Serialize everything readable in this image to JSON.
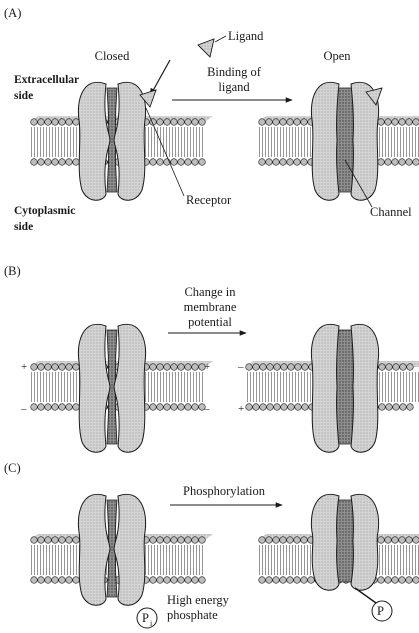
{
  "panels": {
    "a": {
      "label": "(A)",
      "closed": "Closed",
      "open": "Open",
      "ligand": "Ligand",
      "arrow_line1": "Binding of",
      "arrow_line2": "ligand",
      "extracellular_line1": "Extracellular",
      "extracellular_line2": "side",
      "cytoplasmic_line1": "Cytoplasmic",
      "cytoplasmic_line2": "side",
      "receptor": "Receptor",
      "channel": "Channel"
    },
    "b": {
      "label": "(B)",
      "arrow_line1": "Change in",
      "arrow_line2": "membrane",
      "arrow_line3": "potential",
      "plus": "+",
      "minus": "–"
    },
    "c": {
      "label": "(C)",
      "arrow_label": "Phosphorylation",
      "pi_base": "P",
      "pi_sub": "i",
      "p": "P",
      "high_energy_line1": "High energy",
      "high_energy_line2": "phosphate"
    }
  },
  "colors": {
    "ink": "#1a1a1a",
    "subunit_fill": "#dcdcdc",
    "pore_fill": "#8c8c8c",
    "lipid_head": "#bdbdbd",
    "lipid_tail": "#7a7a7a"
  }
}
